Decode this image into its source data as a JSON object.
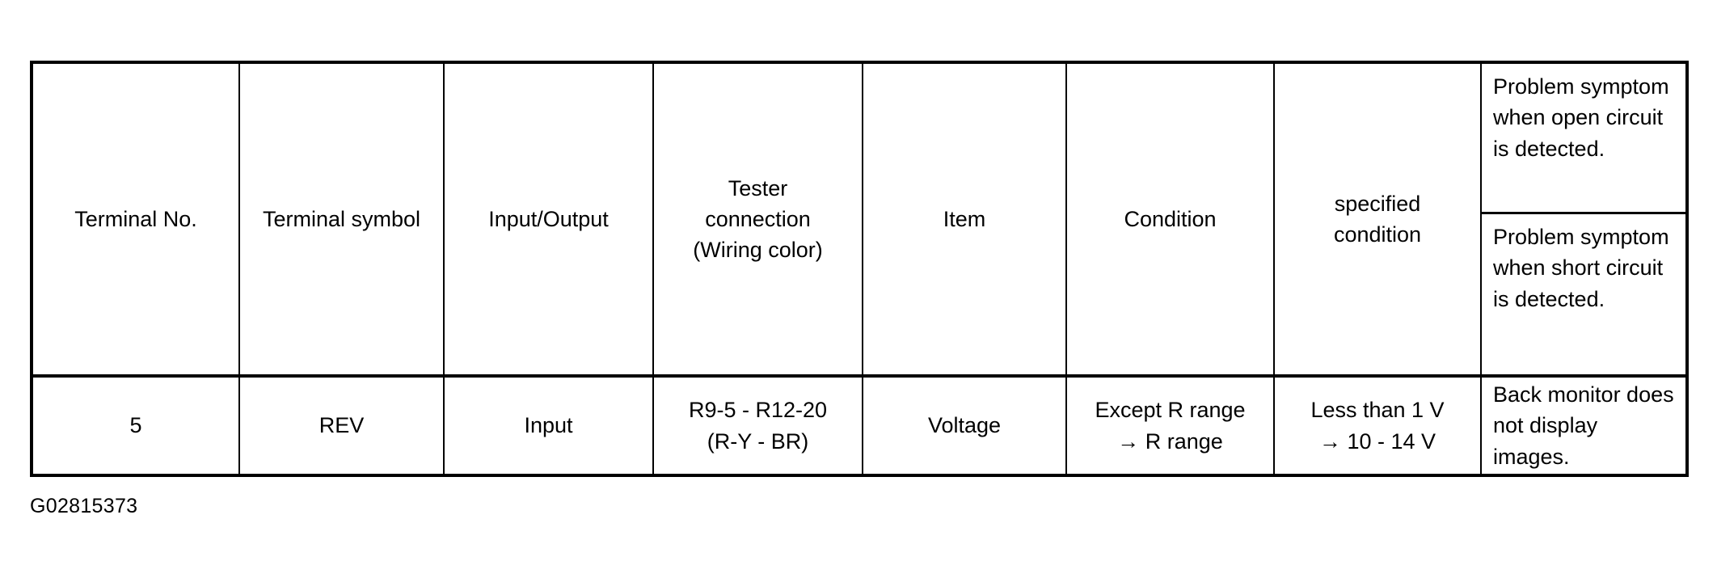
{
  "table": {
    "columns": [
      {
        "key": "terminal_no",
        "label": "Terminal No."
      },
      {
        "key": "terminal_symbol",
        "label": "Terminal symbol"
      },
      {
        "key": "input_output",
        "label": "Input/Output"
      },
      {
        "key": "tester_connection",
        "label_line1": "Tester",
        "label_line2": "connection",
        "label_line3": "(Wiring color)"
      },
      {
        "key": "item",
        "label": "Item"
      },
      {
        "key": "condition",
        "label": "Condition"
      },
      {
        "key": "specified_condition",
        "label_line1": "specified",
        "label_line2": "condition"
      },
      {
        "key": "problem_symptom",
        "open_label": "Problem symptom when open circuit is detected.",
        "short_label": "Problem symptom when short circuit is detected."
      }
    ],
    "rows": [
      {
        "terminal_no": "5",
        "terminal_symbol": "REV",
        "input_output": "Input",
        "tester_connection_line1": "R9-5  -  R12-20",
        "tester_connection_line2": "(R-Y  -  BR)",
        "item": "Voltage",
        "condition_line1": "Except R range",
        "condition_line2": "→ R range",
        "specified_condition_line1": "Less than 1 V",
        "specified_condition_line2": "→ 10 - 14 V",
        "problem_symptom": "Back monitor does not display images."
      }
    ]
  },
  "caption": "G02815373",
  "colors": {
    "border": "#000000",
    "text": "#000000",
    "background": "#ffffff"
  }
}
